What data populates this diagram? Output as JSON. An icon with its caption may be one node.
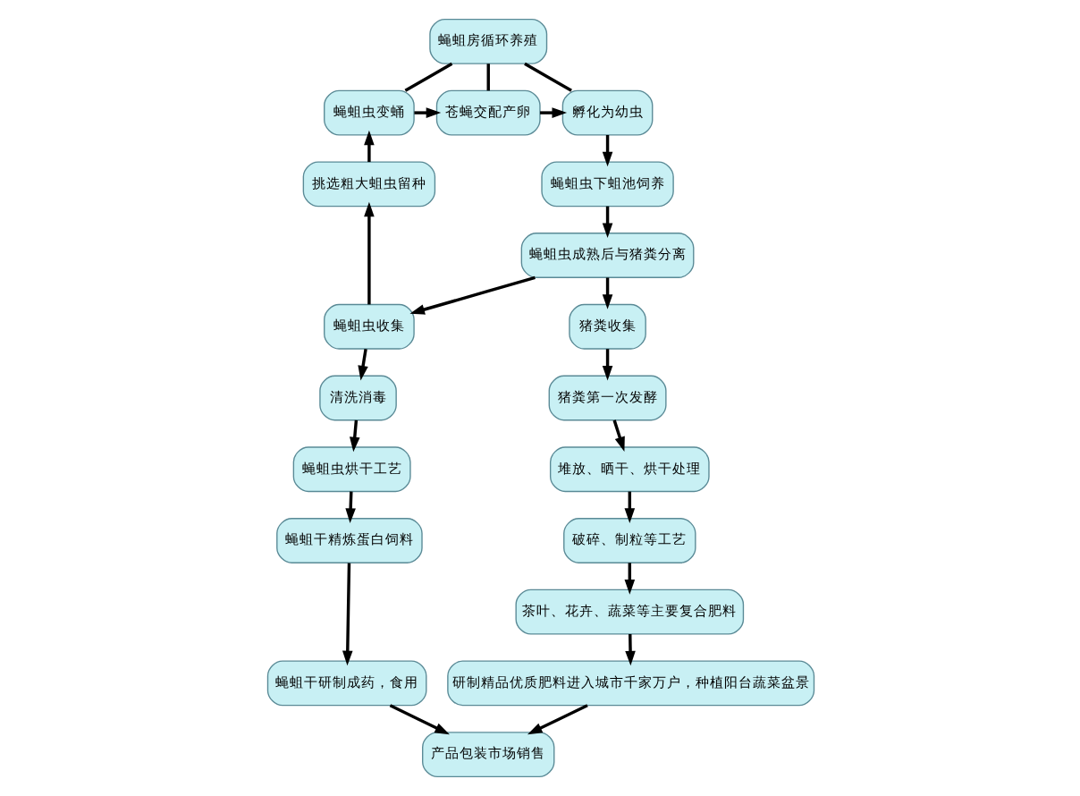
{
  "diagram": {
    "nodes": [
      {
        "text": [
          "蝇蛆房循环养殖"
        ]
      },
      {
        "text": [
          "蝇蛆虫变蛹"
        ]
      },
      {
        "text": [
          "苍蝇交配产卵"
        ]
      },
      {
        "text": [
          "孵化为幼虫"
        ]
      },
      {
        "text": [
          "挑选粗大蛆虫留种"
        ]
      },
      {
        "text": [
          "蝇蛆虫下蛆池饲养"
        ]
      },
      {
        "text": [
          "蝇蛆虫成熟后与猪粪分离"
        ]
      },
      {
        "text": [
          "蝇蛆虫收集"
        ]
      },
      {
        "text": [
          "猪粪收集"
        ]
      },
      {
        "text": [
          "清洗消毒"
        ]
      },
      {
        "text": [
          "猪粪第一次发酵"
        ]
      },
      {
        "text": [
          "蝇蛆虫烘干工艺"
        ]
      },
      {
        "text": [
          "堆放、晒干、烘干处理"
        ]
      },
      {
        "text": [
          "破碎、制粒等工艺"
        ]
      },
      {
        "text": [
          "蝇蛆干精炼蛋白饲料"
        ]
      },
      {
        "text": [
          "茶叶、花卉、蔬菜等主要复合肥料"
        ]
      },
      {
        "text": [
          "蝇蛆干研制成药，食用"
        ]
      },
      {
        "text": [
          "研制精品优质肥料进入城市千家万户，种植阳台蔬菜盆景"
        ]
      },
      {
        "text": [
          "产品包装市场销售"
        ]
      }
    ],
    "edges": [
      {
        "from": 0,
        "to": 1,
        "arrow": "none"
      },
      {
        "from": 0,
        "to": 2,
        "arrow": "none"
      },
      {
        "from": 0,
        "to": 3,
        "arrow": "none"
      },
      {
        "from": 1,
        "to": 2,
        "arrow": "to"
      },
      {
        "from": 2,
        "to": 3,
        "arrow": "to"
      },
      {
        "from": 3,
        "to": 5,
        "arrow": "to"
      },
      {
        "from": 4,
        "to": 1,
        "arrow": "to"
      },
      {
        "from": 5,
        "to": 6,
        "arrow": "to"
      },
      {
        "from": 6,
        "to": 7,
        "arrow": "to"
      },
      {
        "from": 6,
        "to": 8,
        "arrow": "to"
      },
      {
        "from": 7,
        "to": 4,
        "arrow": "to"
      },
      {
        "from": 7,
        "to": 9,
        "arrow": "to"
      },
      {
        "from": 8,
        "to": 10,
        "arrow": "to"
      },
      {
        "from": 9,
        "to": 11,
        "arrow": "to"
      },
      {
        "from": 10,
        "to": 12,
        "arrow": "to"
      },
      {
        "from": 11,
        "to": 14,
        "arrow": "to"
      },
      {
        "from": 12,
        "to": 13,
        "arrow": "to"
      },
      {
        "from": 13,
        "to": 15,
        "arrow": "to"
      },
      {
        "from": 14,
        "to": 16,
        "arrow": "to"
      },
      {
        "from": 15,
        "to": 17,
        "arrow": "to"
      },
      {
        "from": 16,
        "to": 18,
        "arrow": "to"
      },
      {
        "from": 17,
        "to": 18,
        "arrow": "to"
      }
    ]
  }
}
